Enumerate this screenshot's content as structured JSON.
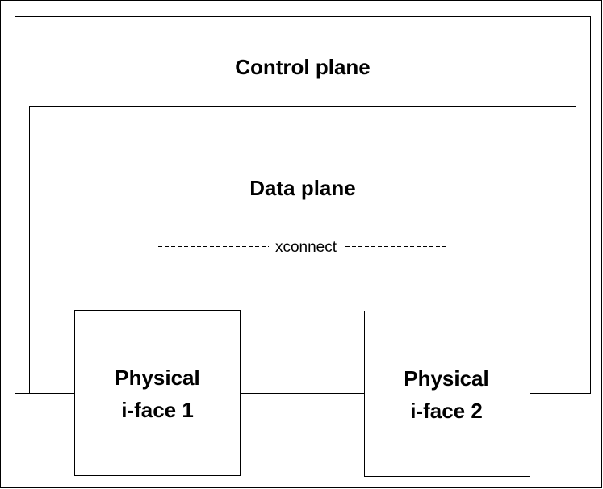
{
  "diagram": {
    "control_plane": {
      "label": "Control plane"
    },
    "data_plane": {
      "label": "Data plane"
    },
    "interfaces": [
      {
        "line1": "Physical",
        "line2": "i-face 1"
      },
      {
        "line1": "Physical",
        "line2": "i-face 2"
      }
    ],
    "link": {
      "label": "xconnect"
    }
  }
}
